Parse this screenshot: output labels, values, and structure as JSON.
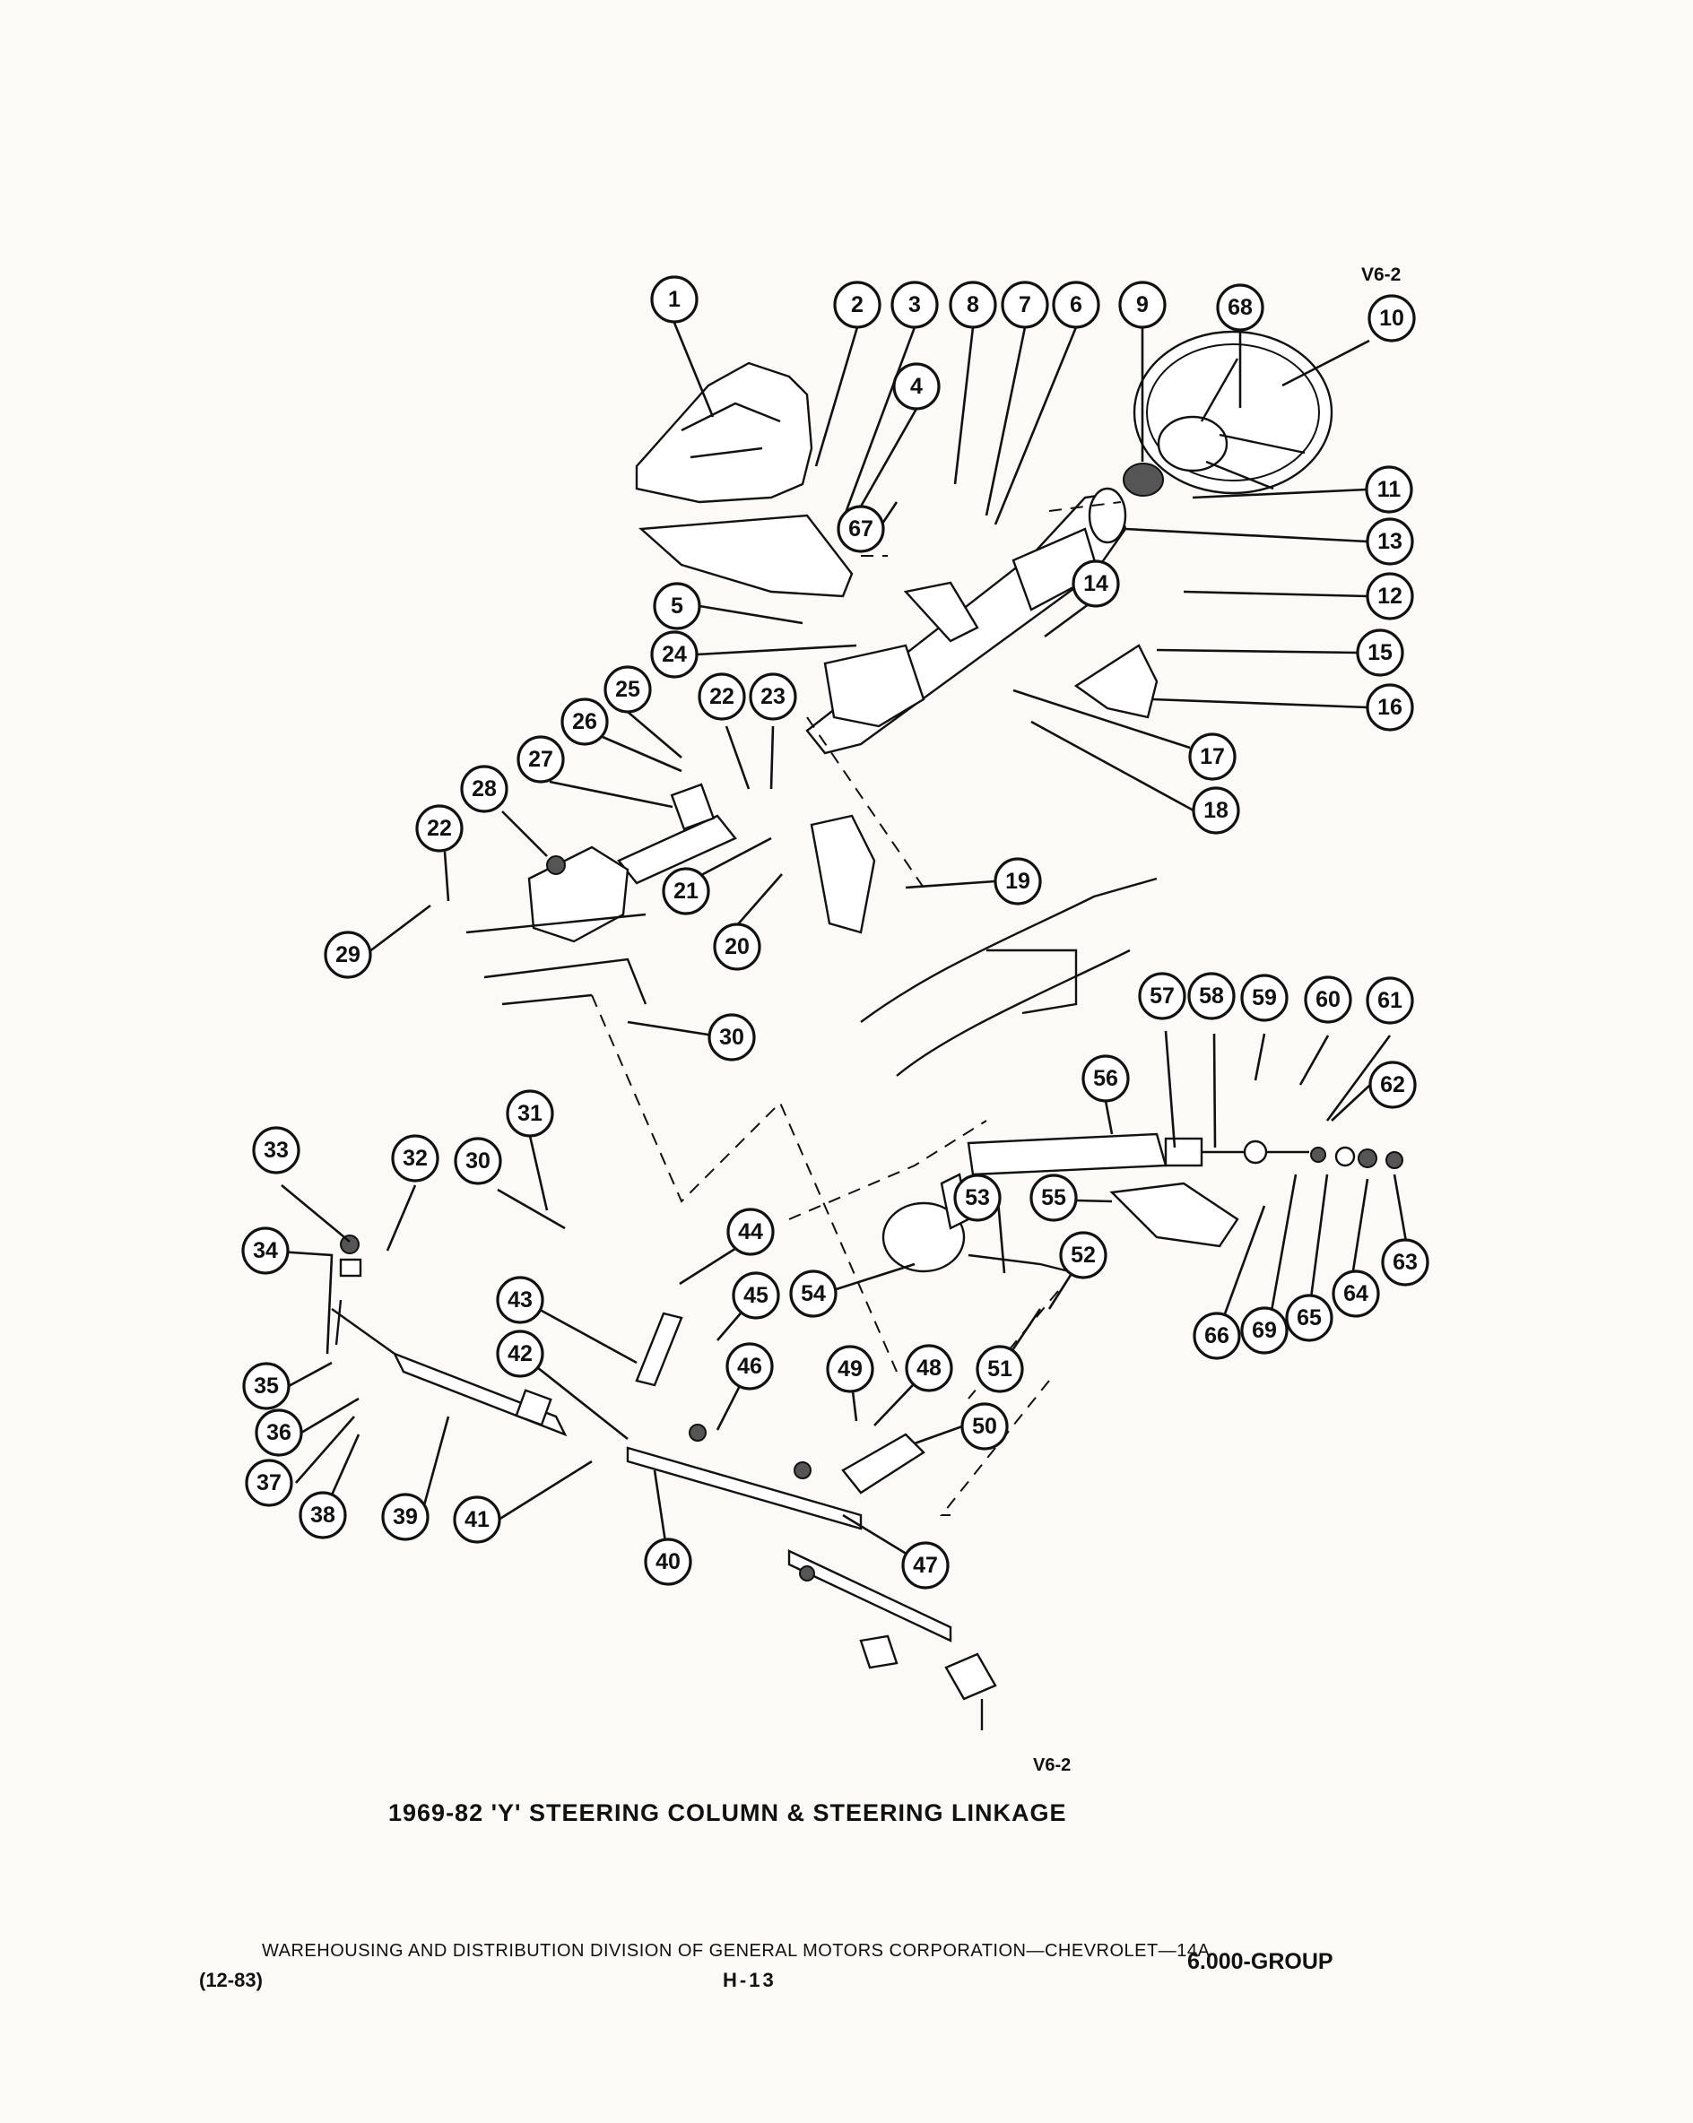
{
  "diagram": {
    "code_top": "V6-2",
    "code_bottom": "V6-2",
    "title": "1969-82 'Y' STEERING COLUMN & STEERING LINKAGE",
    "callouts": [
      {
        "id": "c1",
        "label": "1"
      },
      {
        "id": "c2",
        "label": "2"
      },
      {
        "id": "c3",
        "label": "3"
      },
      {
        "id": "c8",
        "label": "8"
      },
      {
        "id": "c7",
        "label": "7"
      },
      {
        "id": "c6",
        "label": "6"
      },
      {
        "id": "c9",
        "label": "9"
      },
      {
        "id": "c68",
        "label": "68"
      },
      {
        "id": "c10",
        "label": "10"
      },
      {
        "id": "c4",
        "label": "4"
      },
      {
        "id": "c67",
        "label": "67"
      },
      {
        "id": "c11",
        "label": "11"
      },
      {
        "id": "c13",
        "label": "13"
      },
      {
        "id": "c12",
        "label": "12"
      },
      {
        "id": "c14",
        "label": "14"
      },
      {
        "id": "c15",
        "label": "15"
      },
      {
        "id": "c16",
        "label": "16"
      },
      {
        "id": "c17",
        "label": "17"
      },
      {
        "id": "c18",
        "label": "18"
      },
      {
        "id": "c5",
        "label": "5"
      },
      {
        "id": "c24",
        "label": "24"
      },
      {
        "id": "c25",
        "label": "25"
      },
      {
        "id": "c26",
        "label": "26"
      },
      {
        "id": "c22a",
        "label": "22"
      },
      {
        "id": "c23",
        "label": "23"
      },
      {
        "id": "c27",
        "label": "27"
      },
      {
        "id": "c28",
        "label": "28"
      },
      {
        "id": "c22b",
        "label": "22"
      },
      {
        "id": "c21",
        "label": "21"
      },
      {
        "id": "c19",
        "label": "19"
      },
      {
        "id": "c20",
        "label": "20"
      },
      {
        "id": "c29",
        "label": "29"
      },
      {
        "id": "c30a",
        "label": "30"
      },
      {
        "id": "c57",
        "label": "57"
      },
      {
        "id": "c58",
        "label": "58"
      },
      {
        "id": "c59",
        "label": "59"
      },
      {
        "id": "c60",
        "label": "60"
      },
      {
        "id": "c61",
        "label": "61"
      },
      {
        "id": "c56",
        "label": "56"
      },
      {
        "id": "c62",
        "label": "62"
      },
      {
        "id": "c31",
        "label": "31"
      },
      {
        "id": "c33",
        "label": "33"
      },
      {
        "id": "c32",
        "label": "32"
      },
      {
        "id": "c30b",
        "label": "30"
      },
      {
        "id": "c34",
        "label": "34"
      },
      {
        "id": "c53",
        "label": "53"
      },
      {
        "id": "c55",
        "label": "55"
      },
      {
        "id": "c44",
        "label": "44"
      },
      {
        "id": "c52",
        "label": "52"
      },
      {
        "id": "c43",
        "label": "43"
      },
      {
        "id": "c45",
        "label": "45"
      },
      {
        "id": "c54",
        "label": "54"
      },
      {
        "id": "c63",
        "label": "63"
      },
      {
        "id": "c64",
        "label": "64"
      },
      {
        "id": "c65",
        "label": "65"
      },
      {
        "id": "c69",
        "label": "69"
      },
      {
        "id": "c66",
        "label": "66"
      },
      {
        "id": "c42",
        "label": "42"
      },
      {
        "id": "c46",
        "label": "46"
      },
      {
        "id": "c49",
        "label": "49"
      },
      {
        "id": "c48",
        "label": "48"
      },
      {
        "id": "c51",
        "label": "51"
      },
      {
        "id": "c35",
        "label": "35"
      },
      {
        "id": "c36",
        "label": "36"
      },
      {
        "id": "c50",
        "label": "50"
      },
      {
        "id": "c37",
        "label": "37"
      },
      {
        "id": "c38",
        "label": "38"
      },
      {
        "id": "c39",
        "label": "39"
      },
      {
        "id": "c41",
        "label": "41"
      },
      {
        "id": "c40",
        "label": "40"
      },
      {
        "id": "c47",
        "label": "47"
      }
    ]
  },
  "footer": {
    "org": "WAREHOUSING AND DISTRIBUTION DIVISION OF GENERAL MOTORS CORPORATION—CHEVROLET—14A",
    "date": "(12-83)",
    "page": "H-13",
    "group": "6.000-GROUP"
  }
}
